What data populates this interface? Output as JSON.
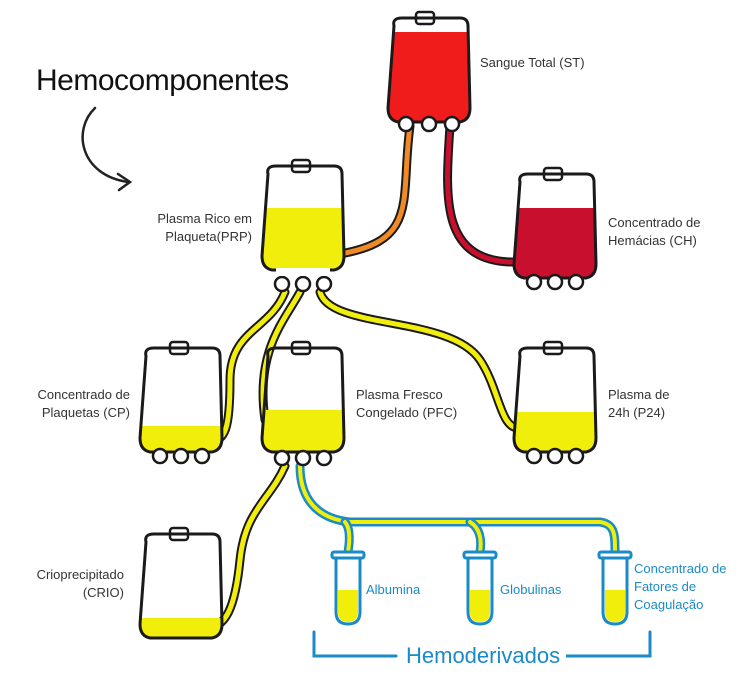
{
  "title": "Hemocomponentes",
  "colors": {
    "blood_red": "#f01c1c",
    "dark_red": "#c8102e",
    "plasma_yellow": "#f2ee0c",
    "outline": "#1a1a1a",
    "blue": "#1a8bc7"
  },
  "components": {
    "st": "Sangue Total (ST)",
    "prp": [
      "Plasma Rico em",
      "Plaqueta(PRP)"
    ],
    "ch": [
      "Concentrado de",
      "Hemácias (CH)"
    ],
    "cp": [
      "Concentrado de",
      "Plaquetas (CP)"
    ],
    "pfc": [
      "Plasma Fresco",
      "Congelado (PFC)"
    ],
    "p24": [
      "Plasma de",
      "24h (P24)"
    ],
    "crio": [
      "Crioprecipitado",
      "(CRIO)"
    ]
  },
  "derivatives": {
    "albumina": "Albumina",
    "globulinas": "Globulinas",
    "fatores": [
      "Concentrado de",
      "Fatores de",
      "Coagulação"
    ],
    "group_label": "Hemoderivados"
  }
}
